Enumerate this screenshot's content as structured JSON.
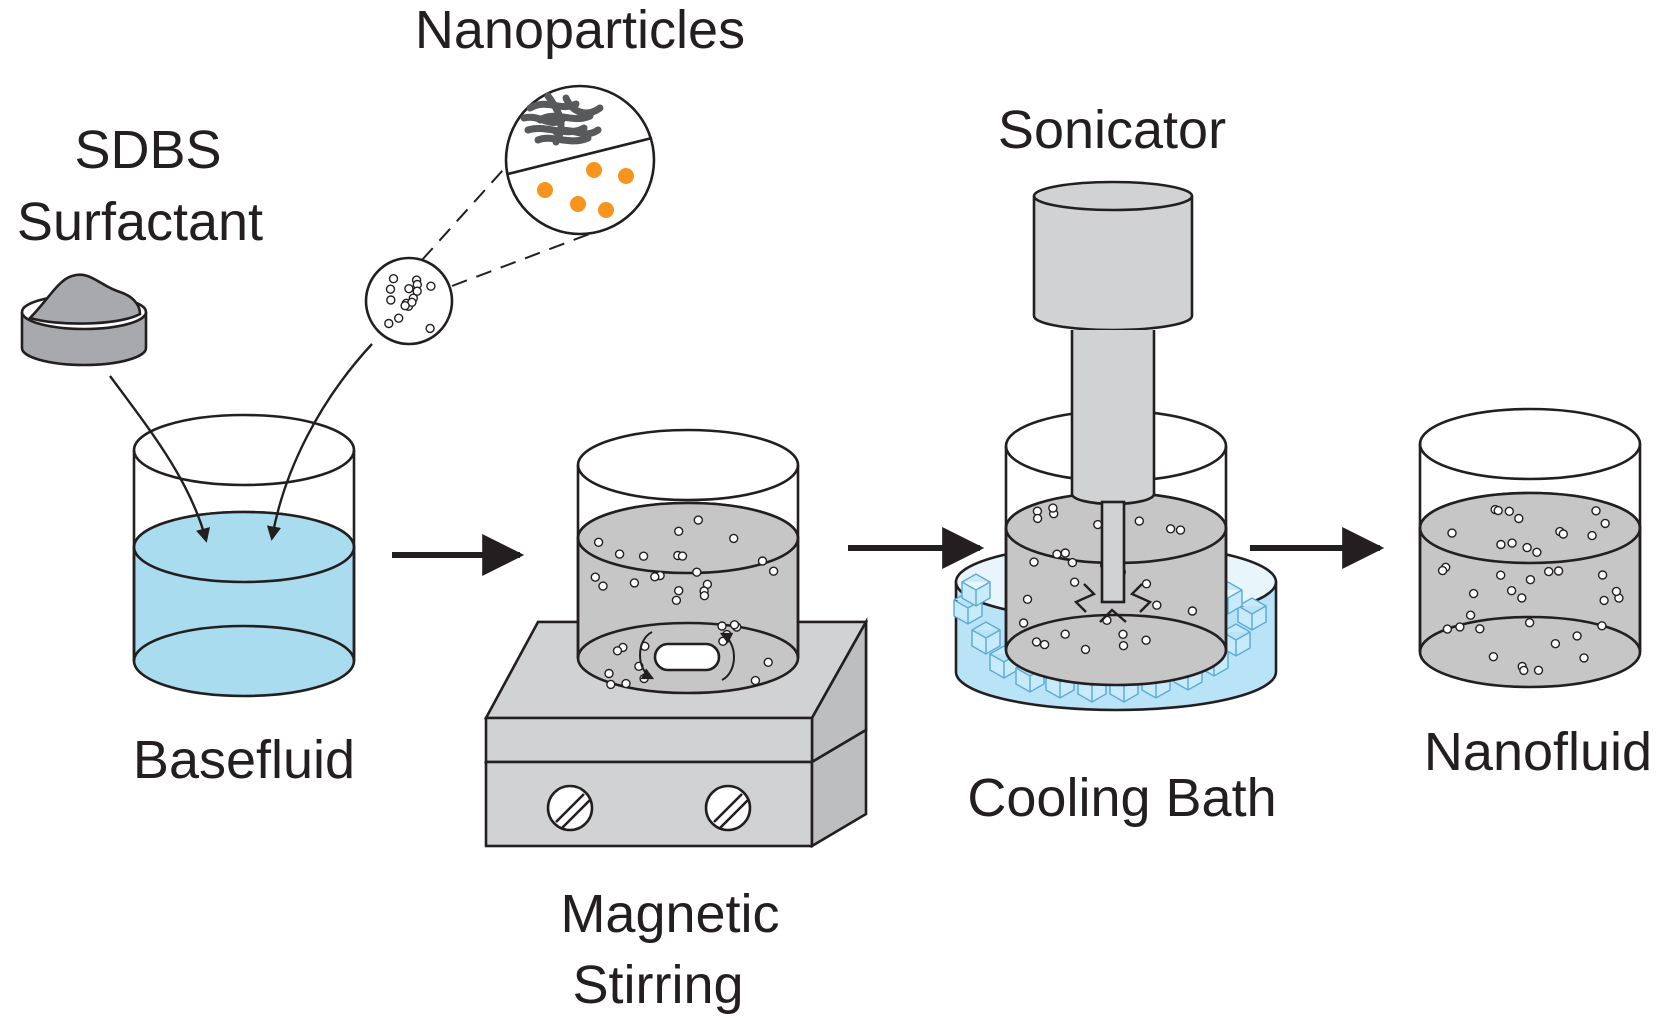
{
  "labels": {
    "nanoparticles": "Nanoparticles",
    "sdbs_line1": "SDBS",
    "sdbs_line2": "Surfactant",
    "sonicator": "Sonicator",
    "basefluid": "Basefluid",
    "magnetic_line1": "Magnetic",
    "magnetic_line2": "Stirring",
    "cooling_bath": "Cooling Bath",
    "nanofluid": "Nanofluid"
  },
  "colors": {
    "outline": "#231f20",
    "basefluid": "#a9dcef",
    "nanofluid_gray": "#c6c6c6",
    "device_gray": "#d1d2d4",
    "powder_gray": "#a7a9ac",
    "ice_blue": "#b9e3f6",
    "orange_particle": "#f7941d",
    "arrow": "#231f20"
  }
}
